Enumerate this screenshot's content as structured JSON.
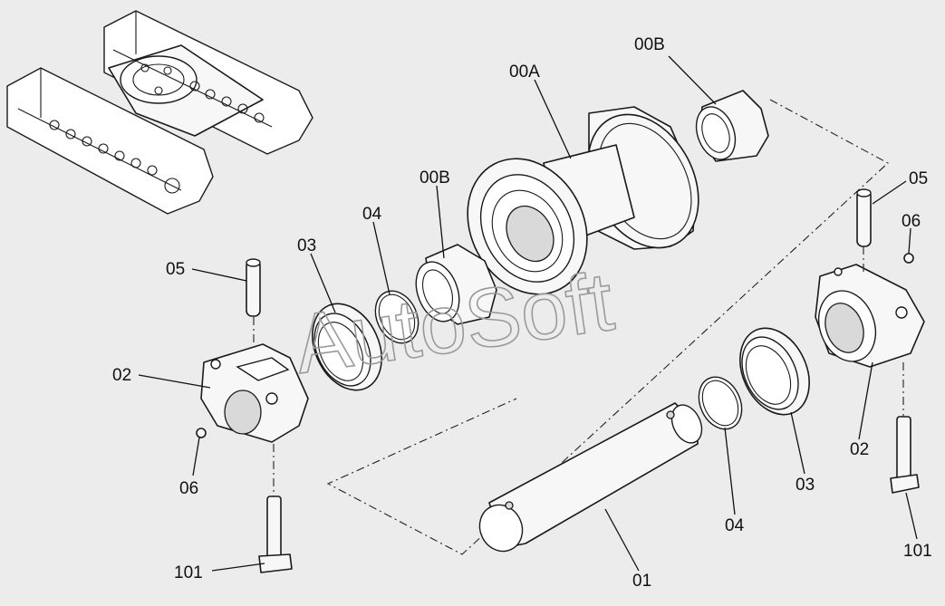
{
  "watermark": "AutoSoft",
  "labels": {
    "a_00A": "00A",
    "b_00B_top": "00B",
    "c_00B_mid": "00B",
    "d_05_right": "05",
    "e_06_right": "06",
    "f_04_left": "04",
    "g_03_left": "03",
    "h_05_left": "05",
    "i_02_left": "02",
    "j_06_left": "06",
    "k_101_left": "101",
    "l_02_right": "02",
    "m_03_right": "03",
    "n_04_right": "04",
    "o_01": "01",
    "p_101_right": "101"
  }
}
